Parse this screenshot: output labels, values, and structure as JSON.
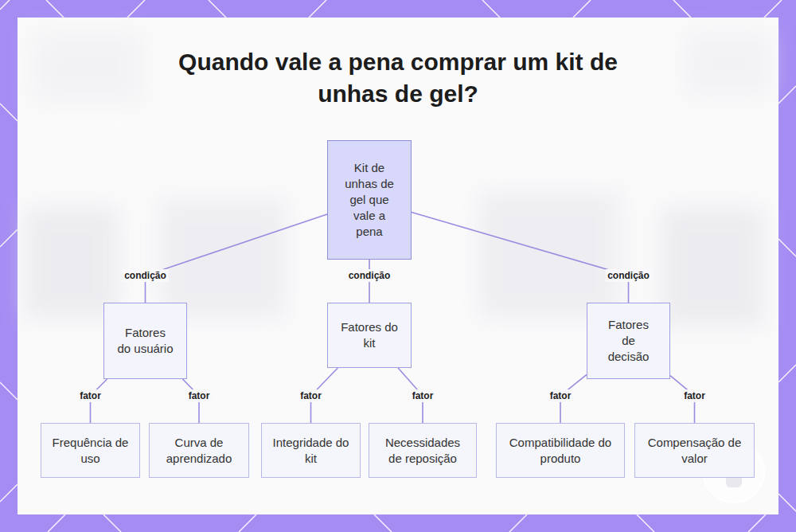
{
  "diagram": {
    "title": "Quando vale a pena comprar um kit de unhas de gel?",
    "nodes": [
      {
        "text": [
          "Kit de unhas de gel que vale a pena"
        ]
      },
      {
        "text": [
          "Fatores do usuário"
        ]
      },
      {
        "text": [
          "Fatores do kit"
        ]
      },
      {
        "text": [
          "Fatores de decisão"
        ]
      },
      {
        "text": [
          "Frequência de uso"
        ]
      },
      {
        "text": [
          "Curva de aprendizado"
        ]
      },
      {
        "text": [
          "Integridade do kit"
        ]
      },
      {
        "text": [
          "Necessidades de reposição"
        ]
      },
      {
        "text": [
          "Compatibilidade do produto"
        ]
      },
      {
        "text": [
          "Compensação de valor"
        ]
      }
    ],
    "edges": [
      {
        "from": 0,
        "to": 1,
        "arrow": "none",
        "label": "condição"
      },
      {
        "from": 0,
        "to": 2,
        "arrow": "none",
        "label": "condição"
      },
      {
        "from": 0,
        "to": 3,
        "arrow": "none",
        "label": "condição"
      },
      {
        "from": 1,
        "to": 4,
        "arrow": "none",
        "label": "fator"
      },
      {
        "from": 1,
        "to": 5,
        "arrow": "none",
        "label": "fator"
      },
      {
        "from": 2,
        "to": 6,
        "arrow": "none",
        "label": "fator"
      },
      {
        "from": 2,
        "to": 7,
        "arrow": "none",
        "label": "fator"
      },
      {
        "from": 3,
        "to": 8,
        "arrow": "none",
        "label": "fator"
      },
      {
        "from": 3,
        "to": 9,
        "arrow": "none",
        "label": "fator"
      }
    ]
  }
}
